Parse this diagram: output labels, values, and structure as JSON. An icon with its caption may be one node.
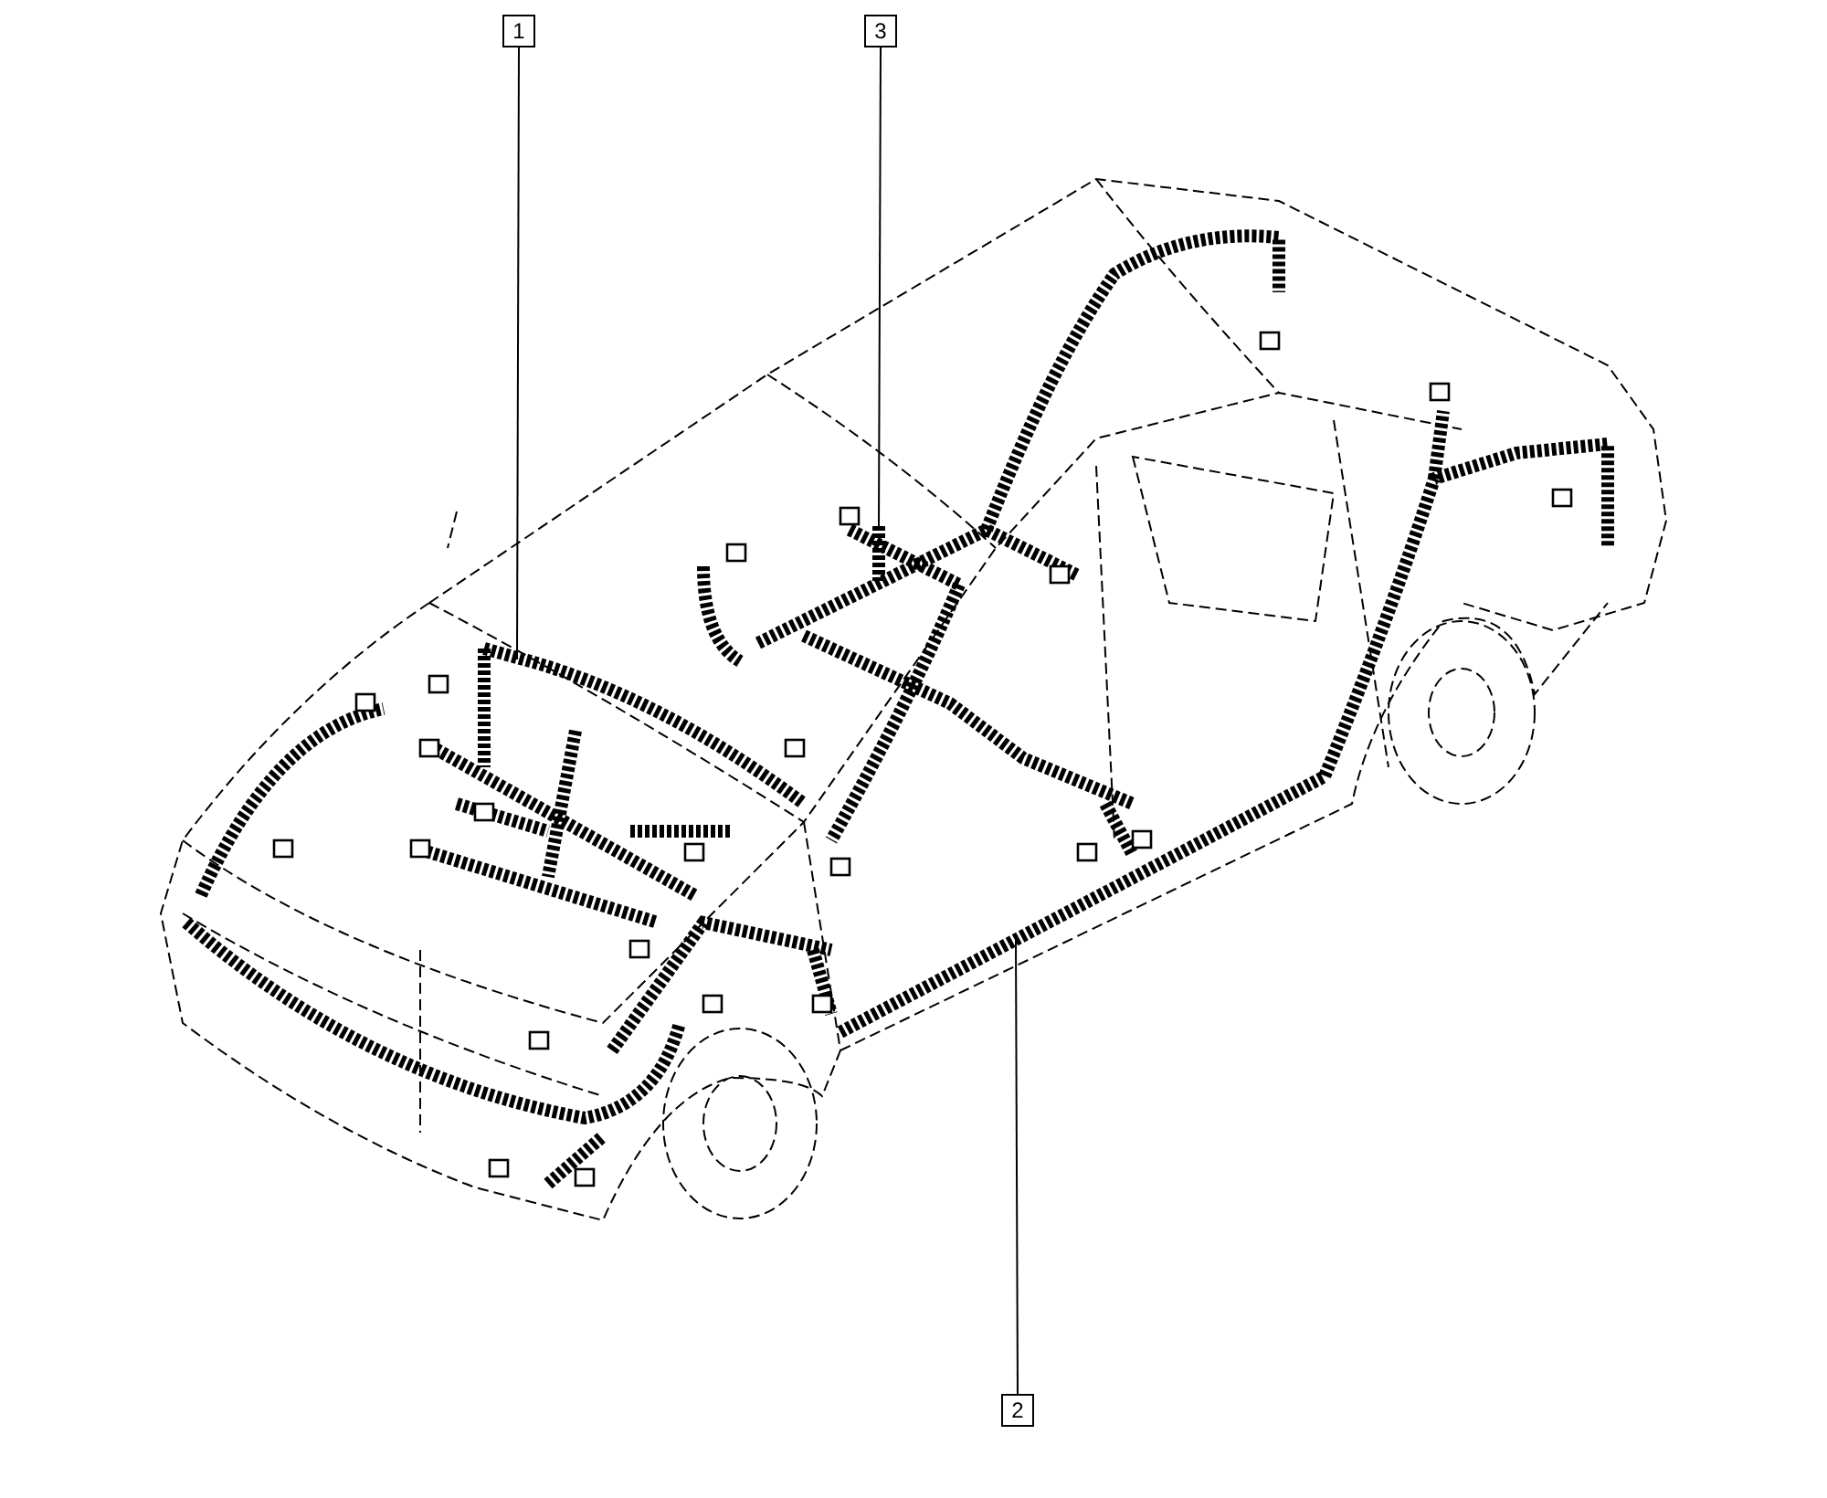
{
  "diagram": {
    "nodes": [
      {
        "text": [
          "1"
        ]
      },
      {
        "text": [
          "3"
        ]
      },
      {
        "text": [
          "2"
        ]
      },
      {
        "text": [],
        "shape": "picture"
      },
      {
        "text": [],
        "shape": "picture"
      },
      {
        "text": [],
        "shape": "picture"
      }
    ],
    "edges": [
      {
        "from": 0,
        "to": 3,
        "arrow": "none"
      },
      {
        "from": 1,
        "to": 4,
        "arrow": "none"
      },
      {
        "from": 2,
        "to": 5,
        "arrow": "none"
      }
    ]
  }
}
